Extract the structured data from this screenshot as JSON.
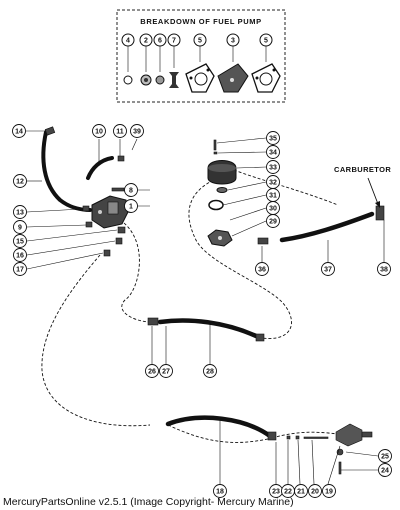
{
  "breakdown": {
    "title": "BREAKDOWN OF FUEL PUMP",
    "callouts": [
      "4",
      "2",
      "6",
      "7",
      "5",
      "3",
      "5"
    ]
  },
  "carburetor_label": "CARBURETOR",
  "callouts": [
    "14",
    "10",
    "11",
    "39",
    "35",
    "34",
    "33",
    "32",
    "31",
    "30",
    "29",
    "12",
    "8",
    "1",
    "13",
    "9",
    "15",
    "16",
    "17",
    "36",
    "37",
    "38",
    "26",
    "27",
    "28",
    "18",
    "25",
    "24",
    "23",
    "22",
    "21",
    "20",
    "19"
  ],
  "caption": "MercuryPartsOnline v2.5.1 (Image Copyright- Mercury Marine)"
}
